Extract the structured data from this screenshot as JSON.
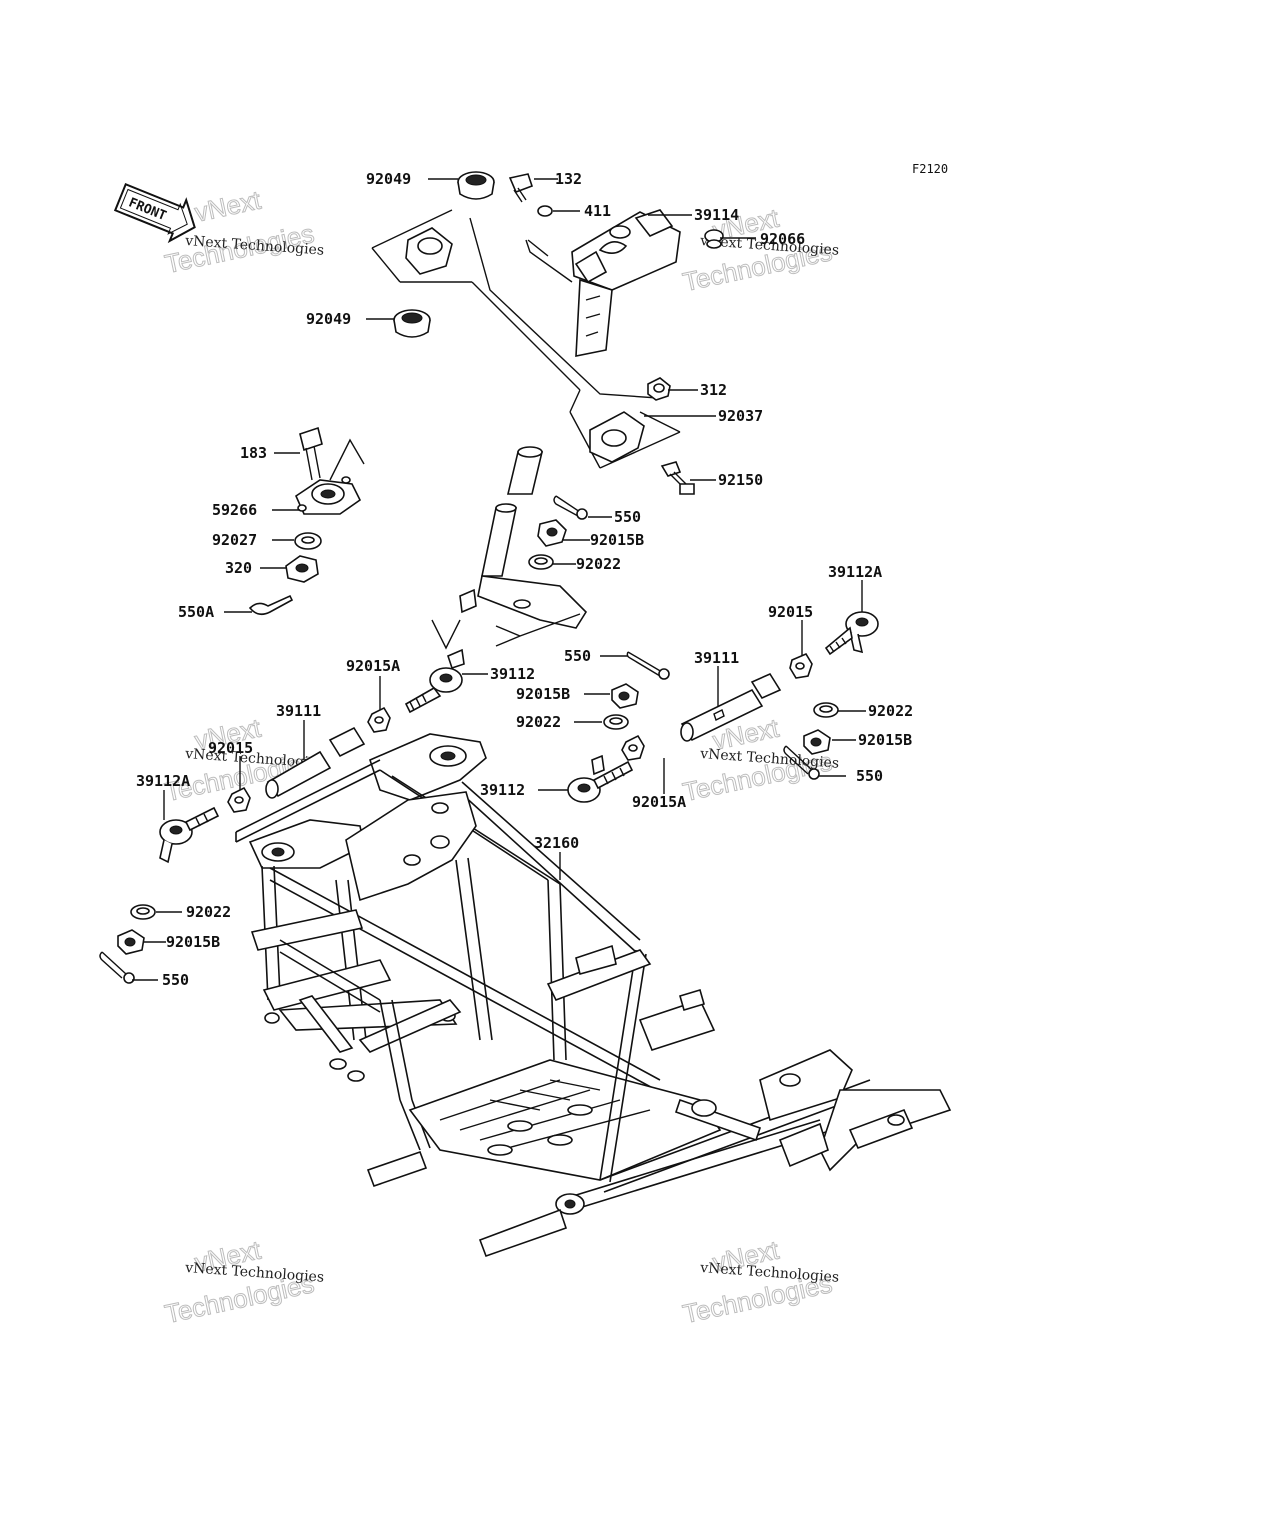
{
  "figure_code": "F2120",
  "front_badge": "FRONT",
  "watermark": {
    "line1": "vNext Technologies",
    "line2": "vNext",
    "line3": "Technologies"
  },
  "part_labels": {
    "p92049_top": "92049",
    "p132": "132",
    "p411": "411",
    "p39114": "39114",
    "p92066": "92066",
    "p92049_mid": "92049",
    "p312": "312",
    "p92037": "92037",
    "p183": "183",
    "p92150": "92150",
    "p59266": "59266",
    "p550_a": "550",
    "p92027": "92027",
    "p92015B_a": "92015B",
    "p320": "320",
    "p92022_a": "92022",
    "p550A": "550A",
    "p39112A_r": "39112A",
    "p92015_r": "92015",
    "p92015A_l": "92015A",
    "p39112_a": "39112",
    "p550_b": "550",
    "p39111_r": "39111",
    "p92015B_b": "92015B",
    "p92022_r": "92022",
    "p39111_l": "39111",
    "p92022_b": "92022",
    "p92015B_r": "92015B",
    "p92015_l": "92015",
    "p550_r": "550",
    "p39112A_l": "39112A",
    "p39112_b": "39112",
    "p92015A_r": "92015A",
    "p32160": "32160",
    "p92022_l": "92022",
    "p92015B_l": "92015B",
    "p550_l": "550"
  }
}
